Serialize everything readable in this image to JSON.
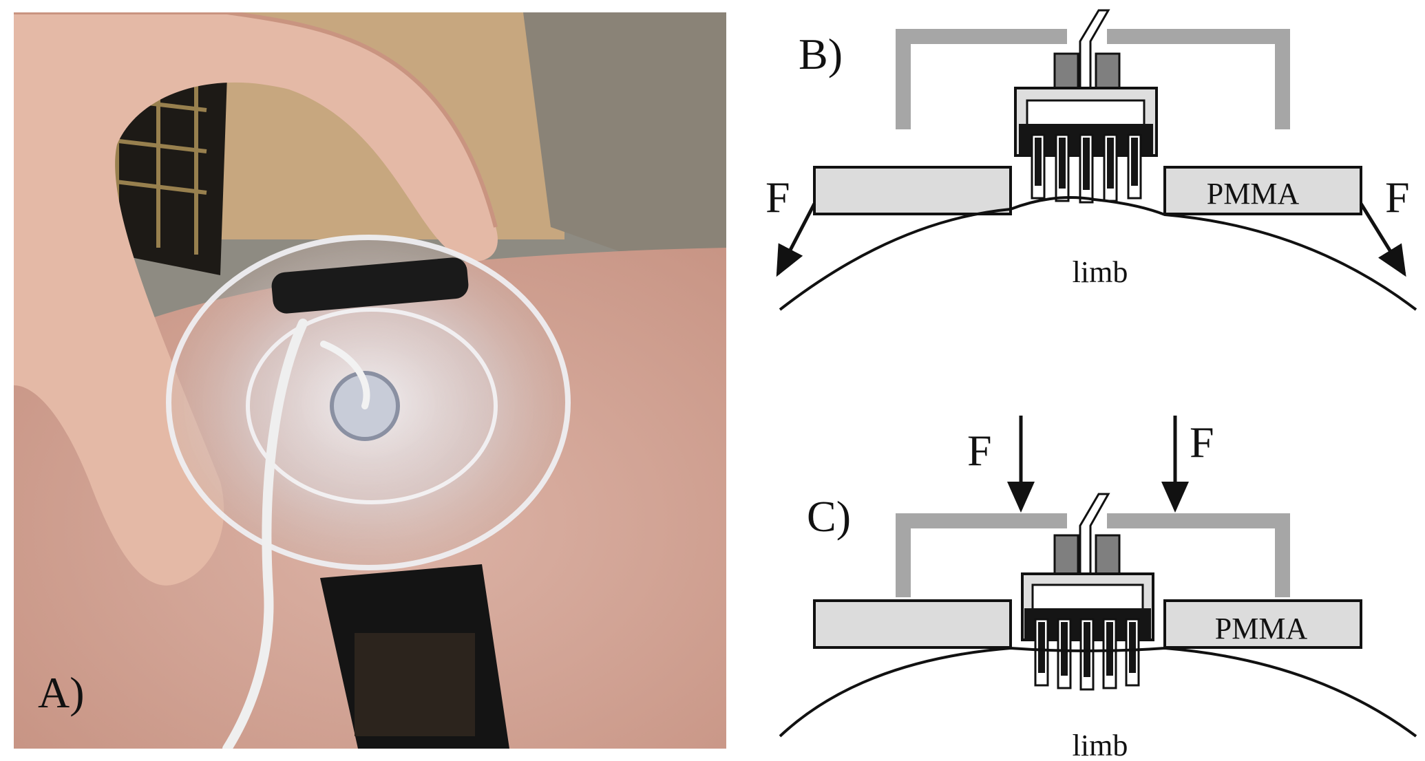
{
  "panels": {
    "a": {
      "label": "A)"
    },
    "b": {
      "label": "B)",
      "force_left": "F",
      "force_right": "F",
      "material": "PMMA",
      "body_part": "limb"
    },
    "c": {
      "label": "C)",
      "force_left": "F",
      "force_right": "F",
      "material": "PMMA",
      "body_part": "limb"
    }
  },
  "colors": {
    "outline": "#111111",
    "pmma_fill": "#dcdcdc",
    "frame_gray": "#a6a6a6",
    "housing_dark": "#7f7f7f",
    "housing_light": "#dedede",
    "electrode_black": "#151515",
    "skin": "#d8aea1",
    "background_gray": "#9a9890"
  }
}
